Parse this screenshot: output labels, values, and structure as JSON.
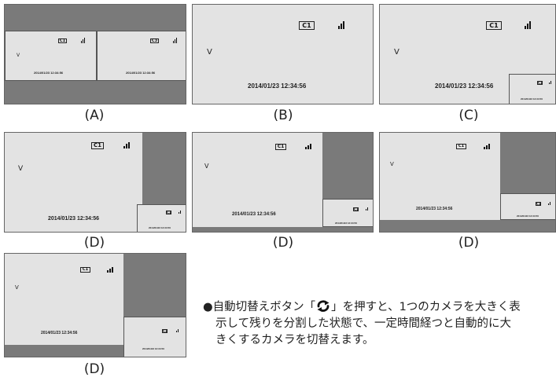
{
  "colors": {
    "background": "#ffffff",
    "screen": "#e3e3e3",
    "gray_area": "#7a7a7a"
  },
  "overlay": {
    "camera_tag": "C1",
    "camera_tag_alt": "C3",
    "signal_icon": "signal-bars-icon",
    "mode_mark": "V",
    "timestamp": "2014/01/23 12:34:56"
  },
  "captions": {
    "a": "(A)",
    "b": "(B)",
    "c": "(C)",
    "d": "(D)"
  },
  "description": {
    "bullet": "●",
    "line1_before_icon": "自動切替えボタン「",
    "icon": "auto-switch-icon",
    "line1_after_icon": "」を押すと、1つのカメラを大きく表",
    "line2": "示して残りを分割した状態で、一定時間経つと自動的に大",
    "line3": "きくするカメラを切替えます。"
  }
}
